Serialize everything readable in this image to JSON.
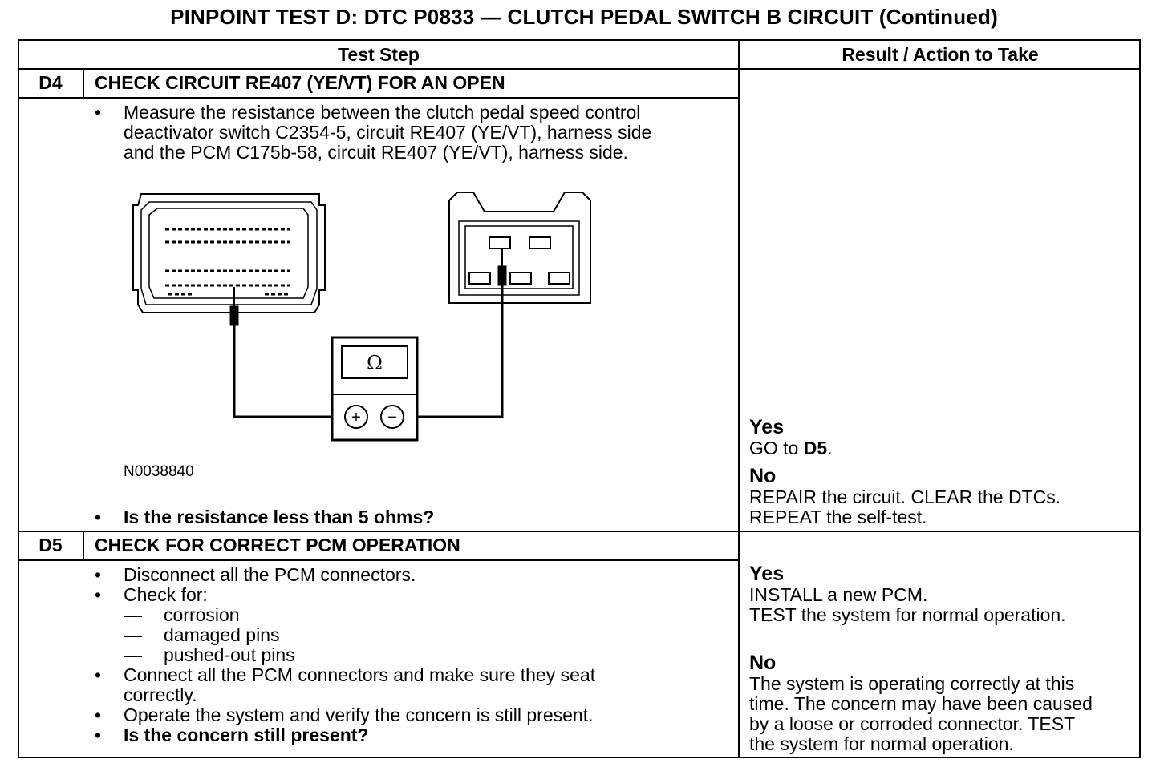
{
  "title": "PINPOINT TEST  D: DTC P0833 — CLUTCH PEDAL SWITCH B CIRCUIT (Continued)",
  "header": {
    "test_step": "Test Step",
    "result": "Result / Action to Take"
  },
  "d4": {
    "id": "D4",
    "title": "CHECK CIRCUIT RE407 (YE/VT) FOR AN OPEN",
    "instruction_lines": [
      "Measure the resistance between the clutch pedal speed control",
      "deactivator switch C2354-5, circuit RE407 (YE/VT), harness side",
      "and the PCM C175b-58, circuit RE407 (YE/VT), harness side."
    ],
    "figure_code": "N0038840",
    "question": "Is the resistance less than 5 ohms?",
    "meter_symbol": "Ω",
    "plus": "+",
    "minus": "−",
    "yes_label": "Yes",
    "yes_prefix": "GO to ",
    "yes_target": "D5",
    "yes_suffix": ".",
    "no_label": "No",
    "no_lines": [
      "REPAIR the circuit. CLEAR the DTCs.",
      "REPEAT the self-test."
    ]
  },
  "d5": {
    "id": "D5",
    "title": "CHECK FOR CORRECT PCM OPERATION",
    "b1": "Disconnect all the PCM connectors.",
    "b2": "Check for:",
    "dash1": "corrosion",
    "dash2": "damaged pins",
    "dash3": "pushed-out pins",
    "b3_line1": "Connect all the PCM connectors and make sure they seat",
    "b3_line2": "correctly.",
    "b4": "Operate the system and verify the concern is still present.",
    "b5": "Is the concern still present?",
    "yes_label": "Yes",
    "yes_lines": [
      "INSTALL a new PCM.",
      "TEST the system for normal operation."
    ],
    "no_label": "No",
    "no_lines": [
      "The system is operating correctly at this",
      "time. The concern may have been caused",
      "by a loose or corroded connector. TEST",
      "the system for normal operation."
    ]
  }
}
